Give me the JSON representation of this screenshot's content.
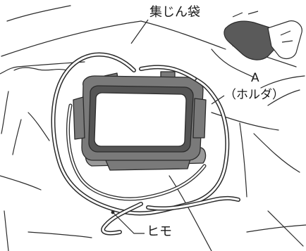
{
  "labels": {
    "dust_bag": "集じん袋",
    "part_a": "A",
    "holder": "（ホルダ）",
    "cord": "ヒモ"
  },
  "colors": {
    "line": "#2b2b2b",
    "cord": "#4a4a4a",
    "cord_fill": "#6d6d6d",
    "holder_fill": "#7a7a7a",
    "holder_dark": "#555555",
    "hand": "#5a5a5a",
    "background": "#ffffff"
  },
  "icons": {
    "hand": "hand-icon"
  }
}
